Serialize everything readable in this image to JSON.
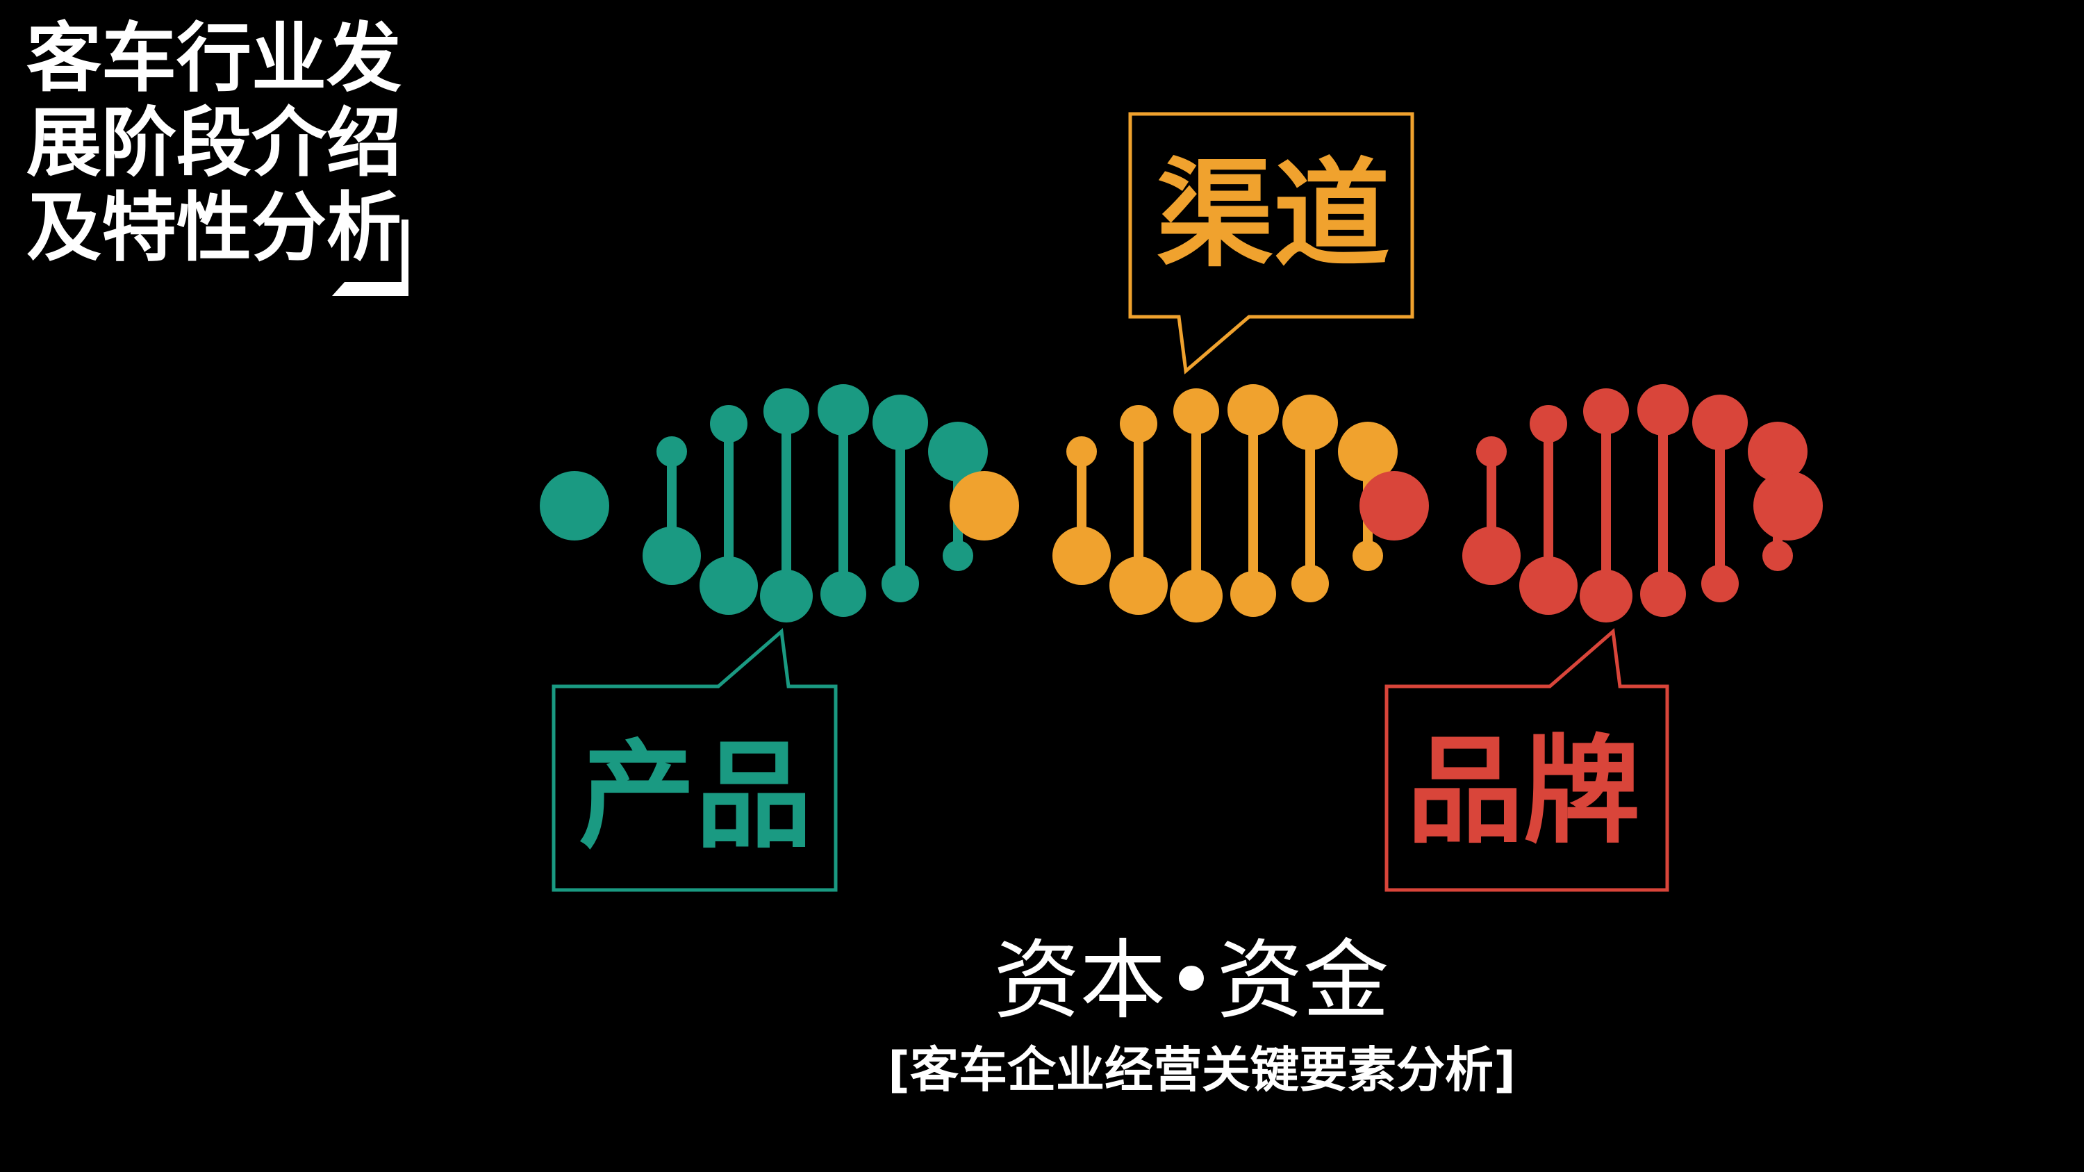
{
  "title": {
    "lines": [
      "客车行业发",
      "展阶段介绍",
      "及特性分析"
    ]
  },
  "callouts": {
    "product": {
      "label": "产品",
      "color": "#1a9a82"
    },
    "channel": {
      "label": "渠道",
      "color": "#f0a22e"
    },
    "brand": {
      "label": "品牌",
      "color": "#d9453a"
    }
  },
  "helix": {
    "segments": [
      {
        "name": "product",
        "color": "#1a9a82"
      },
      {
        "name": "channel",
        "color": "#f0a22e"
      },
      {
        "name": "brand",
        "color": "#d9453a"
      }
    ]
  },
  "footer": {
    "main": "资本•资金",
    "caption": "[客车企业经营关键要素分析]"
  }
}
